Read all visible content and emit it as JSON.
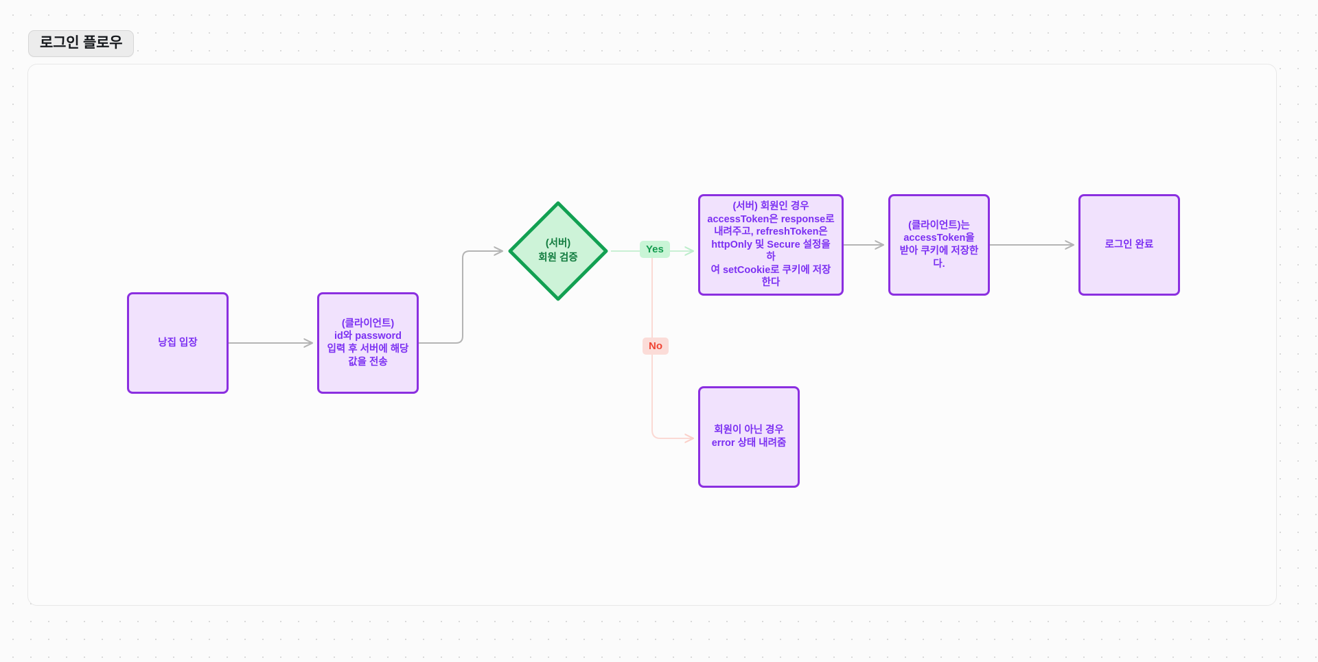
{
  "title": {
    "label": "로그인 플로우"
  },
  "canvas": {
    "background": "#fbfbfb",
    "panel_background": "#fcfcfc",
    "dot_color": "#d9d9d9"
  },
  "colors": {
    "node_fill": "#f1e2fd",
    "node_border": "#8b2fe0",
    "node_text": "#7b2ff2",
    "decision_fill": "#cdf3d8",
    "decision_border": "#12a052",
    "decision_text": "#0f7a3d",
    "edge_gray": "#b4b4b4",
    "edge_green": "#c8f0d4",
    "edge_pink": "#fbd9d4",
    "yes_badge_bg": "#c9f5d6",
    "yes_badge_text": "#139b4e",
    "no_badge_bg": "#fbdcd8",
    "no_badge_text": "#ef4434"
  },
  "nodes": {
    "entry": {
      "id": "entry",
      "shape": "rect",
      "lines": [
        "낭집 입장"
      ]
    },
    "client_send": {
      "id": "client_send",
      "shape": "rect",
      "lines": [
        "(클라이언트)",
        "id와 password",
        "입력 후 서버에 해당",
        "값을 전송"
      ]
    },
    "decision": {
      "id": "decision",
      "shape": "diamond",
      "lines": [
        "(서버)",
        "회원 검증"
      ]
    },
    "server_token": {
      "id": "server_token",
      "shape": "rect",
      "lines": [
        "(서버) 회원인 경우",
        "accessToken은 response로",
        "내려주고, refreshToken은",
        "httpOnly 및 Secure 설정을 하",
        "여 setCookie로 쿠키에 저장한다"
      ]
    },
    "client_store": {
      "id": "client_store",
      "shape": "rect",
      "lines": [
        "(클라이언트)는",
        "accessToken을",
        "받아 쿠키에 저장한다."
      ]
    },
    "done": {
      "id": "done",
      "shape": "rect",
      "lines": [
        "로그인 완료"
      ]
    },
    "error": {
      "id": "error",
      "shape": "rect",
      "lines": [
        "회원이 아닌 경우",
        "error 상태 내려줌"
      ]
    }
  },
  "edges": {
    "entry_to_client_send": {
      "from": "entry",
      "to": "client_send",
      "label": "",
      "color": "#b4b4b4"
    },
    "client_send_to_decision": {
      "from": "client_send",
      "to": "decision",
      "label": "",
      "color": "#b4b4b4"
    },
    "decision_to_server_token": {
      "from": "decision",
      "to": "server_token",
      "label": "Yes",
      "color": "#c8f0d4"
    },
    "decision_to_error": {
      "from": "decision",
      "to": "error",
      "label": "No",
      "color": "#fbd9d4"
    },
    "server_token_to_client_store": {
      "from": "server_token",
      "to": "client_store",
      "label": "",
      "color": "#b4b4b4"
    },
    "client_store_to_done": {
      "from": "client_store",
      "to": "done",
      "label": "",
      "color": "#b4b4b4"
    }
  },
  "edge_labels": {
    "yes": "Yes",
    "no": "No"
  }
}
